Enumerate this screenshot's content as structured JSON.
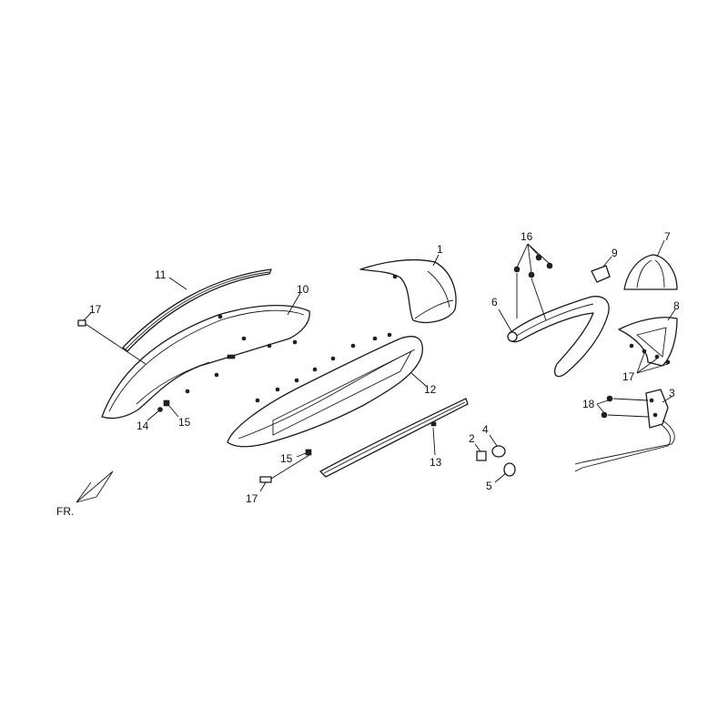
{
  "callouts": {
    "c1": "1",
    "c2": "2",
    "c3": "3",
    "c4": "4",
    "c5": "5",
    "c6": "6",
    "c7": "7",
    "c8": "8",
    "c9": "9",
    "c10": "10",
    "c11": "11",
    "c12": "12",
    "c13": "13",
    "c14": "14",
    "c15a": "15",
    "c15b": "15",
    "c16": "16",
    "c17a": "17",
    "c17b": "17",
    "c17c": "17",
    "c18": "18"
  },
  "orientation": {
    "label": "FR."
  }
}
